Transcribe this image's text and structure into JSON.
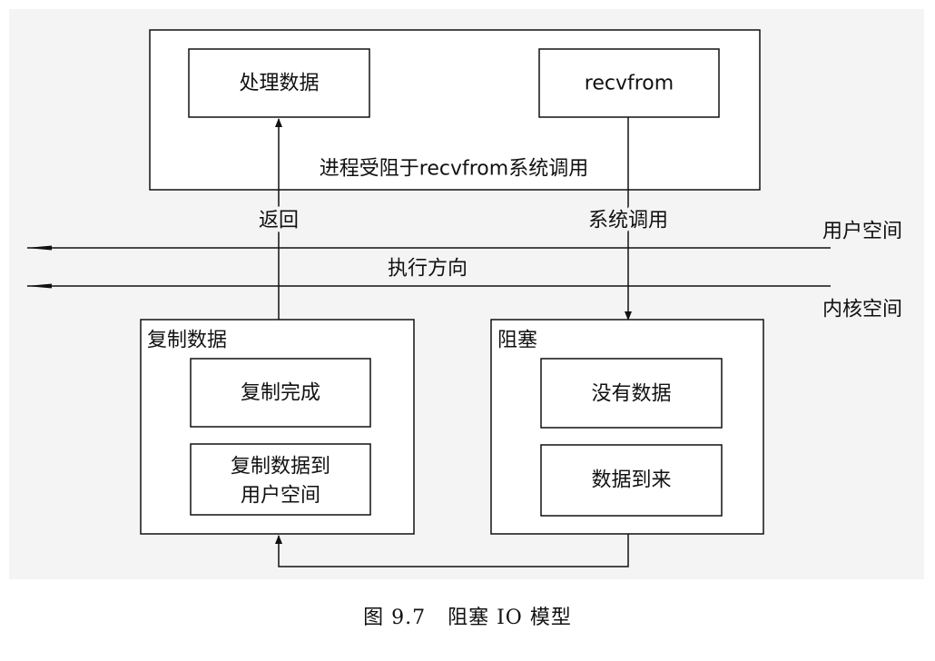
{
  "user_process": {
    "process_data": "处理数据",
    "recvfrom": "recvfrom",
    "blocked_note": "进程受阻于recvfrom系统调用"
  },
  "labels": {
    "return": "返回",
    "syscall": "系统调用",
    "user_space": "用户空间",
    "kernel_space": "内核空间",
    "direction": "执行方向"
  },
  "kernel_copy": {
    "title": "复制数据",
    "copy_done": "复制完成",
    "copy_to_user_line1": "复制数据到",
    "copy_to_user_line2": "用户空间"
  },
  "kernel_block": {
    "title": "阻塞",
    "no_data": "没有数据",
    "data_arrived": "数据到来"
  },
  "caption": {
    "figure_no": "图 9.7",
    "title": "阻塞 IO 模型"
  }
}
